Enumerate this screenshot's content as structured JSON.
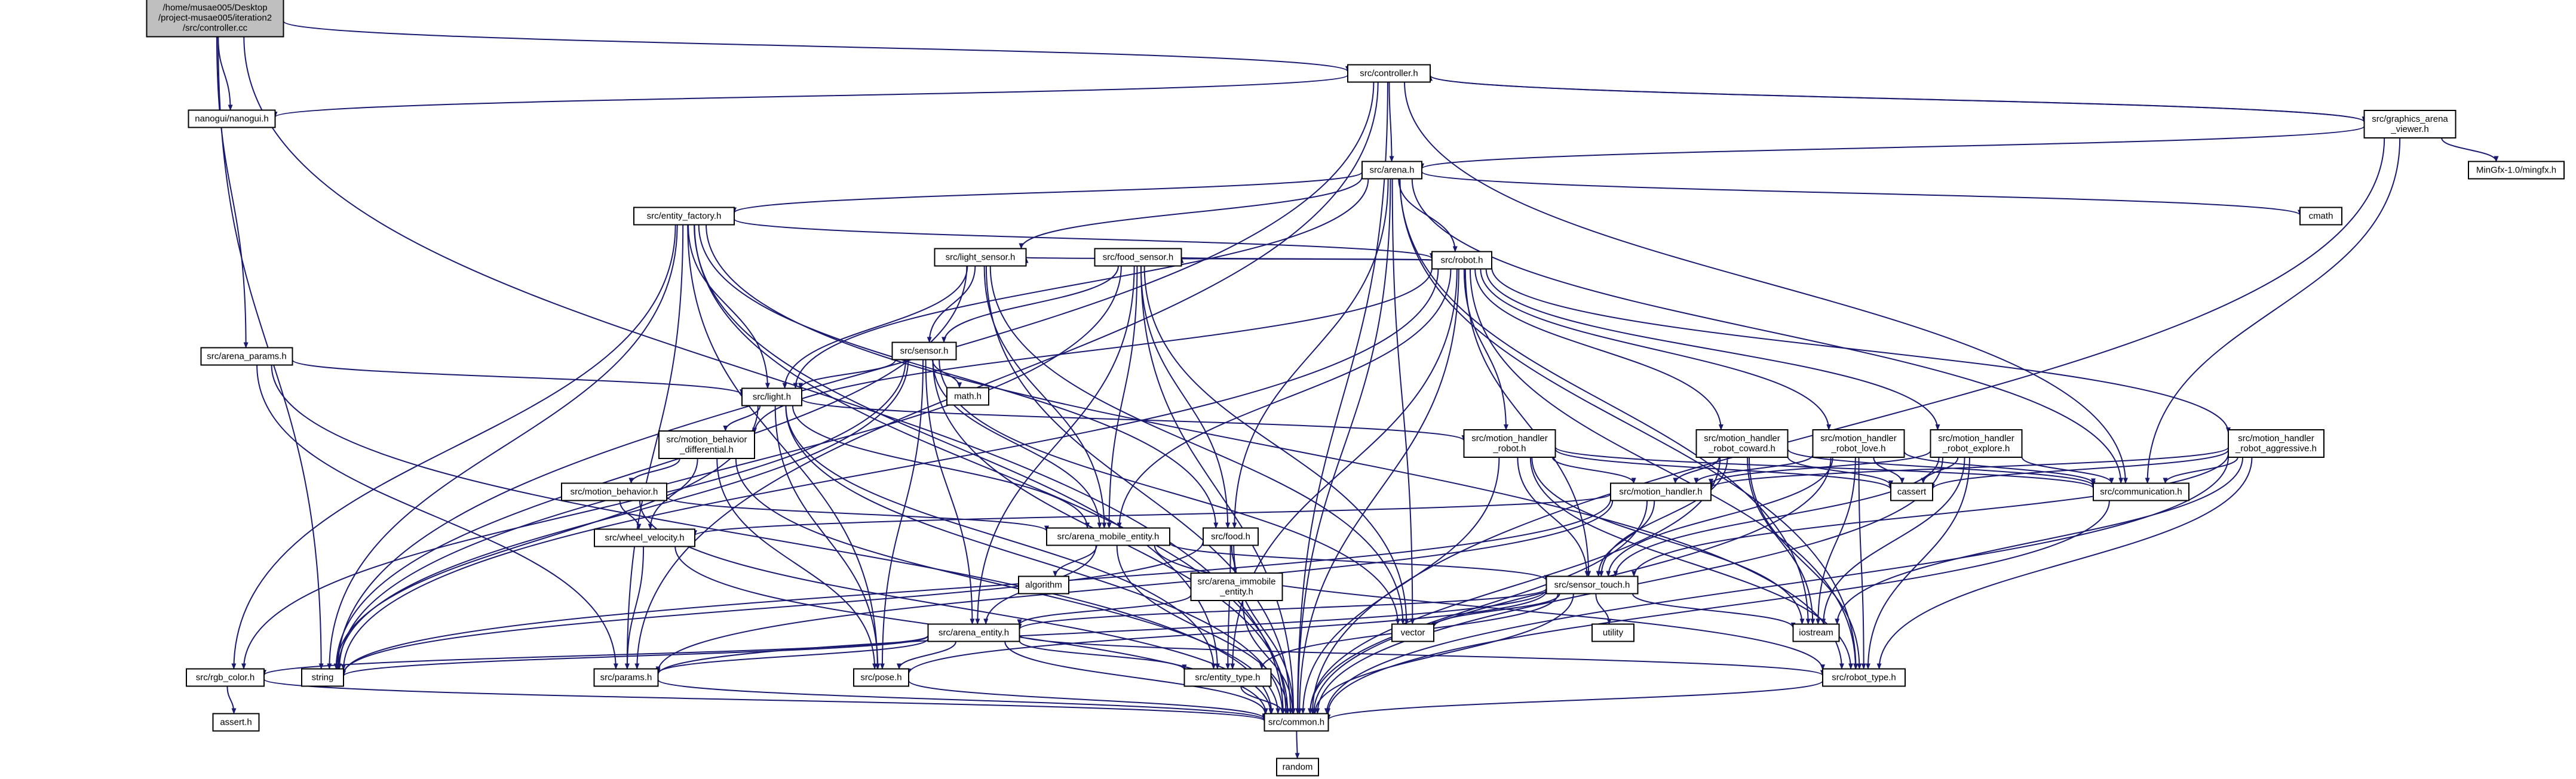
{
  "colors": {
    "edge": "#191970",
    "box_border": "#000000",
    "box_fill": "#ffffff",
    "root_fill": "#bfbfbf",
    "external_border": "#bfbfbf",
    "text": "#000000",
    "external_text": "#404040"
  },
  "nodes": [
    {
      "id": "root",
      "kind": "root",
      "lines": [
        "/home/musae005/Desktop",
        "/project-musae005/iteration2",
        "/src/controller.cc"
      ]
    },
    {
      "id": "controller_h",
      "kind": "file",
      "lines": [
        "src/controller.h"
      ]
    },
    {
      "id": "nanogui",
      "kind": "external",
      "lines": [
        "nanogui/nanogui.h"
      ]
    },
    {
      "id": "graphics",
      "kind": "file",
      "lines": [
        "src/graphics_arena",
        "_viewer.h"
      ]
    },
    {
      "id": "mingfx",
      "kind": "external",
      "lines": [
        "MinGfx-1.0/mingfx.h"
      ]
    },
    {
      "id": "arena_h",
      "kind": "file",
      "lines": [
        "src/arena.h"
      ]
    },
    {
      "id": "cmath",
      "kind": "external",
      "lines": [
        "cmath"
      ]
    },
    {
      "id": "entity_factory",
      "kind": "file",
      "lines": [
        "src/entity_factory.h"
      ]
    },
    {
      "id": "robot_h",
      "kind": "file",
      "lines": [
        "src/robot.h"
      ]
    },
    {
      "id": "light_sensor",
      "kind": "file",
      "lines": [
        "src/light_sensor.h"
      ]
    },
    {
      "id": "food_sensor",
      "kind": "file",
      "lines": [
        "src/food_sensor.h"
      ]
    },
    {
      "id": "arena_params",
      "kind": "file",
      "lines": [
        "src/arena_params.h"
      ]
    },
    {
      "id": "sensor_h",
      "kind": "file",
      "lines": [
        "src/sensor.h"
      ]
    },
    {
      "id": "math_h",
      "kind": "external",
      "lines": [
        "math.h"
      ]
    },
    {
      "id": "light_h",
      "kind": "file",
      "lines": [
        "src/light.h"
      ]
    },
    {
      "id": "mb_diff",
      "kind": "file",
      "lines": [
        "src/motion_behavior",
        "_differential.h"
      ]
    },
    {
      "id": "mh_robot",
      "kind": "file",
      "lines": [
        "src/motion_handler",
        "_robot.h"
      ]
    },
    {
      "id": "mh_coward",
      "kind": "file",
      "lines": [
        "src/motion_handler",
        "_robot_coward.h"
      ]
    },
    {
      "id": "mh_love",
      "kind": "file",
      "lines": [
        "src/motion_handler",
        "_robot_love.h"
      ]
    },
    {
      "id": "mh_explore",
      "kind": "file",
      "lines": [
        "src/motion_handler",
        "_robot_explore.h"
      ]
    },
    {
      "id": "mh_aggr",
      "kind": "file",
      "lines": [
        "src/motion_handler",
        "_robot_aggressive.h"
      ]
    },
    {
      "id": "cassert",
      "kind": "external",
      "lines": [
        "cassert"
      ]
    },
    {
      "id": "communication",
      "kind": "file",
      "lines": [
        "src/communication.h"
      ]
    },
    {
      "id": "motion_handler",
      "kind": "file",
      "lines": [
        "src/motion_handler.h"
      ]
    },
    {
      "id": "motion_behavior",
      "kind": "file",
      "lines": [
        "src/motion_behavior.h"
      ]
    },
    {
      "id": "wheel_velocity",
      "kind": "file",
      "lines": [
        "src/wheel_velocity.h"
      ]
    },
    {
      "id": "arena_mobile",
      "kind": "file",
      "lines": [
        "src/arena_mobile_entity.h"
      ]
    },
    {
      "id": "food_h",
      "kind": "file",
      "lines": [
        "src/food.h"
      ]
    },
    {
      "id": "algorithm",
      "kind": "external",
      "lines": [
        "algorithm"
      ]
    },
    {
      "id": "arena_immobile",
      "kind": "file",
      "lines": [
        "src/arena_immobile",
        "_entity.h"
      ]
    },
    {
      "id": "sensor_touch",
      "kind": "file",
      "lines": [
        "src/sensor_touch.h"
      ]
    },
    {
      "id": "utility",
      "kind": "external",
      "lines": [
        "utility"
      ]
    },
    {
      "id": "vector",
      "kind": "external",
      "lines": [
        "vector"
      ]
    },
    {
      "id": "iostream",
      "kind": "external",
      "lines": [
        "iostream"
      ]
    },
    {
      "id": "arena_entity",
      "kind": "file",
      "lines": [
        "src/arena_entity.h"
      ]
    },
    {
      "id": "rgb_color",
      "kind": "file",
      "lines": [
        "src/rgb_color.h"
      ]
    },
    {
      "id": "string",
      "kind": "external",
      "lines": [
        "string"
      ]
    },
    {
      "id": "params",
      "kind": "file",
      "lines": [
        "src/params.h"
      ]
    },
    {
      "id": "pose",
      "kind": "file",
      "lines": [
        "src/pose.h"
      ]
    },
    {
      "id": "entity_type",
      "kind": "file",
      "lines": [
        "src/entity_type.h"
      ]
    },
    {
      "id": "robot_type",
      "kind": "file",
      "lines": [
        "src/robot_type.h"
      ]
    },
    {
      "id": "assert_h",
      "kind": "external",
      "lines": [
        "assert.h"
      ]
    },
    {
      "id": "common",
      "kind": "file",
      "lines": [
        "src/common.h"
      ]
    },
    {
      "id": "random",
      "kind": "external",
      "lines": [
        "random"
      ]
    }
  ],
  "edges": [
    [
      "root",
      "controller_h"
    ],
    [
      "root",
      "nanogui"
    ],
    [
      "root",
      "arena_params"
    ],
    [
      "root",
      "string"
    ],
    [
      "root",
      "common"
    ],
    [
      "controller_h",
      "nanogui"
    ],
    [
      "controller_h",
      "graphics"
    ],
    [
      "controller_h",
      "arena_h"
    ],
    [
      "controller_h",
      "communication"
    ],
    [
      "controller_h",
      "string"
    ],
    [
      "controller_h",
      "params"
    ],
    [
      "controller_h",
      "common"
    ],
    [
      "graphics",
      "controller_h"
    ],
    [
      "graphics",
      "mingfx"
    ],
    [
      "graphics",
      "arena_h"
    ],
    [
      "graphics",
      "communication"
    ],
    [
      "graphics",
      "common"
    ],
    [
      "arena_h",
      "cmath"
    ],
    [
      "arena_h",
      "iostream"
    ],
    [
      "arena_h",
      "vector"
    ],
    [
      "arena_h",
      "entity_factory"
    ],
    [
      "arena_h",
      "robot_h"
    ],
    [
      "arena_h",
      "food_h"
    ],
    [
      "arena_h",
      "light_h"
    ],
    [
      "arena_h",
      "communication"
    ],
    [
      "arena_h",
      "robot_type"
    ],
    [
      "arena_h",
      "common"
    ],
    [
      "arena_h",
      "light_sensor"
    ],
    [
      "entity_factory",
      "robot_h"
    ],
    [
      "entity_factory",
      "light_h"
    ],
    [
      "entity_factory",
      "food_h"
    ],
    [
      "entity_factory",
      "entity_type"
    ],
    [
      "entity_factory",
      "robot_type"
    ],
    [
      "entity_factory",
      "rgb_color"
    ],
    [
      "entity_factory",
      "string"
    ],
    [
      "entity_factory",
      "params"
    ],
    [
      "entity_factory",
      "pose"
    ],
    [
      "entity_factory",
      "common"
    ],
    [
      "robot_h",
      "light_sensor"
    ],
    [
      "robot_h",
      "food_sensor"
    ],
    [
      "robot_h",
      "mb_diff"
    ],
    [
      "robot_h",
      "mh_robot"
    ],
    [
      "robot_h",
      "mh_coward"
    ],
    [
      "robot_h",
      "mh_love"
    ],
    [
      "robot_h",
      "mh_explore"
    ],
    [
      "robot_h",
      "mh_aggr"
    ],
    [
      "robot_h",
      "arena_mobile"
    ],
    [
      "robot_h",
      "sensor_touch"
    ],
    [
      "robot_h",
      "string"
    ],
    [
      "robot_h",
      "robot_type"
    ],
    [
      "robot_h",
      "entity_type"
    ],
    [
      "robot_h",
      "common"
    ],
    [
      "light_sensor",
      "sensor_h"
    ],
    [
      "light_sensor",
      "light_h"
    ],
    [
      "light_sensor",
      "arena_mobile"
    ],
    [
      "light_sensor",
      "vector"
    ],
    [
      "light_sensor",
      "string"
    ],
    [
      "light_sensor",
      "common"
    ],
    [
      "food_sensor",
      "sensor_h"
    ],
    [
      "food_sensor",
      "food_h"
    ],
    [
      "food_sensor",
      "arena_mobile"
    ],
    [
      "food_sensor",
      "arena_entity"
    ],
    [
      "food_sensor",
      "vector"
    ],
    [
      "food_sensor",
      "string"
    ],
    [
      "food_sensor",
      "common"
    ],
    [
      "arena_params",
      "light_h"
    ],
    [
      "arena_params",
      "params"
    ],
    [
      "arena_params",
      "common"
    ],
    [
      "sensor_h",
      "math_h"
    ],
    [
      "sensor_h",
      "light_h"
    ],
    [
      "sensor_h",
      "arena_mobile"
    ],
    [
      "sensor_h",
      "arena_entity"
    ],
    [
      "sensor_h",
      "rgb_color"
    ],
    [
      "sensor_h",
      "vector"
    ],
    [
      "sensor_h",
      "string"
    ],
    [
      "sensor_h",
      "pose"
    ],
    [
      "sensor_h",
      "common"
    ],
    [
      "light_h",
      "mb_diff"
    ],
    [
      "light_h",
      "mh_robot"
    ],
    [
      "light_h",
      "arena_mobile"
    ],
    [
      "light_h",
      "string"
    ],
    [
      "light_h",
      "pose"
    ],
    [
      "light_h",
      "entity_type"
    ],
    [
      "light_h",
      "common"
    ],
    [
      "mb_diff",
      "motion_behavior"
    ],
    [
      "mb_diff",
      "wheel_velocity"
    ],
    [
      "mb_diff",
      "pose"
    ],
    [
      "mb_diff",
      "common"
    ],
    [
      "motion_behavior",
      "wheel_velocity"
    ],
    [
      "motion_behavior",
      "arena_mobile"
    ],
    [
      "motion_behavior",
      "common"
    ],
    [
      "mh_robot",
      "motion_handler"
    ],
    [
      "mh_robot",
      "cassert"
    ],
    [
      "mh_robot",
      "communication"
    ],
    [
      "mh_robot",
      "sensor_touch"
    ],
    [
      "mh_robot",
      "iostream"
    ],
    [
      "mh_robot",
      "robot_type"
    ],
    [
      "mh_robot",
      "common"
    ],
    [
      "mh_coward",
      "motion_handler"
    ],
    [
      "mh_coward",
      "cassert"
    ],
    [
      "mh_coward",
      "communication"
    ],
    [
      "mh_coward",
      "sensor_touch"
    ],
    [
      "mh_coward",
      "iostream"
    ],
    [
      "mh_coward",
      "robot_type"
    ],
    [
      "mh_coward",
      "common"
    ],
    [
      "mh_love",
      "motion_handler"
    ],
    [
      "mh_love",
      "cassert"
    ],
    [
      "mh_love",
      "communication"
    ],
    [
      "mh_love",
      "sensor_touch"
    ],
    [
      "mh_love",
      "iostream"
    ],
    [
      "mh_love",
      "robot_type"
    ],
    [
      "mh_love",
      "common"
    ],
    [
      "mh_explore",
      "motion_handler"
    ],
    [
      "mh_explore",
      "cassert"
    ],
    [
      "mh_explore",
      "communication"
    ],
    [
      "mh_explore",
      "sensor_touch"
    ],
    [
      "mh_explore",
      "iostream"
    ],
    [
      "mh_explore",
      "robot_type"
    ],
    [
      "mh_explore",
      "common"
    ],
    [
      "mh_aggr",
      "motion_handler"
    ],
    [
      "mh_aggr",
      "cassert"
    ],
    [
      "mh_aggr",
      "communication"
    ],
    [
      "mh_aggr",
      "sensor_touch"
    ],
    [
      "mh_aggr",
      "iostream"
    ],
    [
      "mh_aggr",
      "robot_type"
    ],
    [
      "mh_aggr",
      "common"
    ],
    [
      "motion_handler",
      "wheel_velocity"
    ],
    [
      "motion_handler",
      "sensor_touch"
    ],
    [
      "motion_handler",
      "params"
    ],
    [
      "motion_handler",
      "string"
    ],
    [
      "motion_handler",
      "common"
    ],
    [
      "communication",
      "common"
    ],
    [
      "wheel_velocity",
      "params"
    ],
    [
      "wheel_velocity",
      "common"
    ],
    [
      "arena_mobile",
      "algorithm"
    ],
    [
      "arena_mobile",
      "arena_entity"
    ],
    [
      "arena_mobile",
      "sensor_touch"
    ],
    [
      "arena_mobile",
      "robot_type"
    ],
    [
      "arena_mobile",
      "common"
    ],
    [
      "food_h",
      "arena_immobile"
    ],
    [
      "food_h",
      "entity_type"
    ],
    [
      "food_h",
      "string"
    ],
    [
      "food_h",
      "common"
    ],
    [
      "arena_immobile",
      "arena_entity"
    ],
    [
      "arena_immobile",
      "common"
    ],
    [
      "sensor_touch",
      "utility"
    ],
    [
      "sensor_touch",
      "vector"
    ],
    [
      "sensor_touch",
      "iostream"
    ],
    [
      "sensor_touch",
      "arena_entity"
    ],
    [
      "sensor_touch",
      "params"
    ],
    [
      "sensor_touch",
      "pose"
    ],
    [
      "sensor_touch",
      "entity_type"
    ],
    [
      "sensor_touch",
      "common"
    ],
    [
      "arena_entity",
      "rgb_color"
    ],
    [
      "arena_entity",
      "string"
    ],
    [
      "arena_entity",
      "params"
    ],
    [
      "arena_entity",
      "pose"
    ],
    [
      "arena_entity",
      "entity_type"
    ],
    [
      "arena_entity",
      "robot_type"
    ],
    [
      "arena_entity",
      "common"
    ],
    [
      "rgb_color",
      "assert_h"
    ],
    [
      "rgb_color",
      "common"
    ],
    [
      "params",
      "common"
    ],
    [
      "pose",
      "common"
    ],
    [
      "entity_type",
      "common"
    ],
    [
      "robot_type",
      "common"
    ],
    [
      "common",
      "random"
    ]
  ]
}
